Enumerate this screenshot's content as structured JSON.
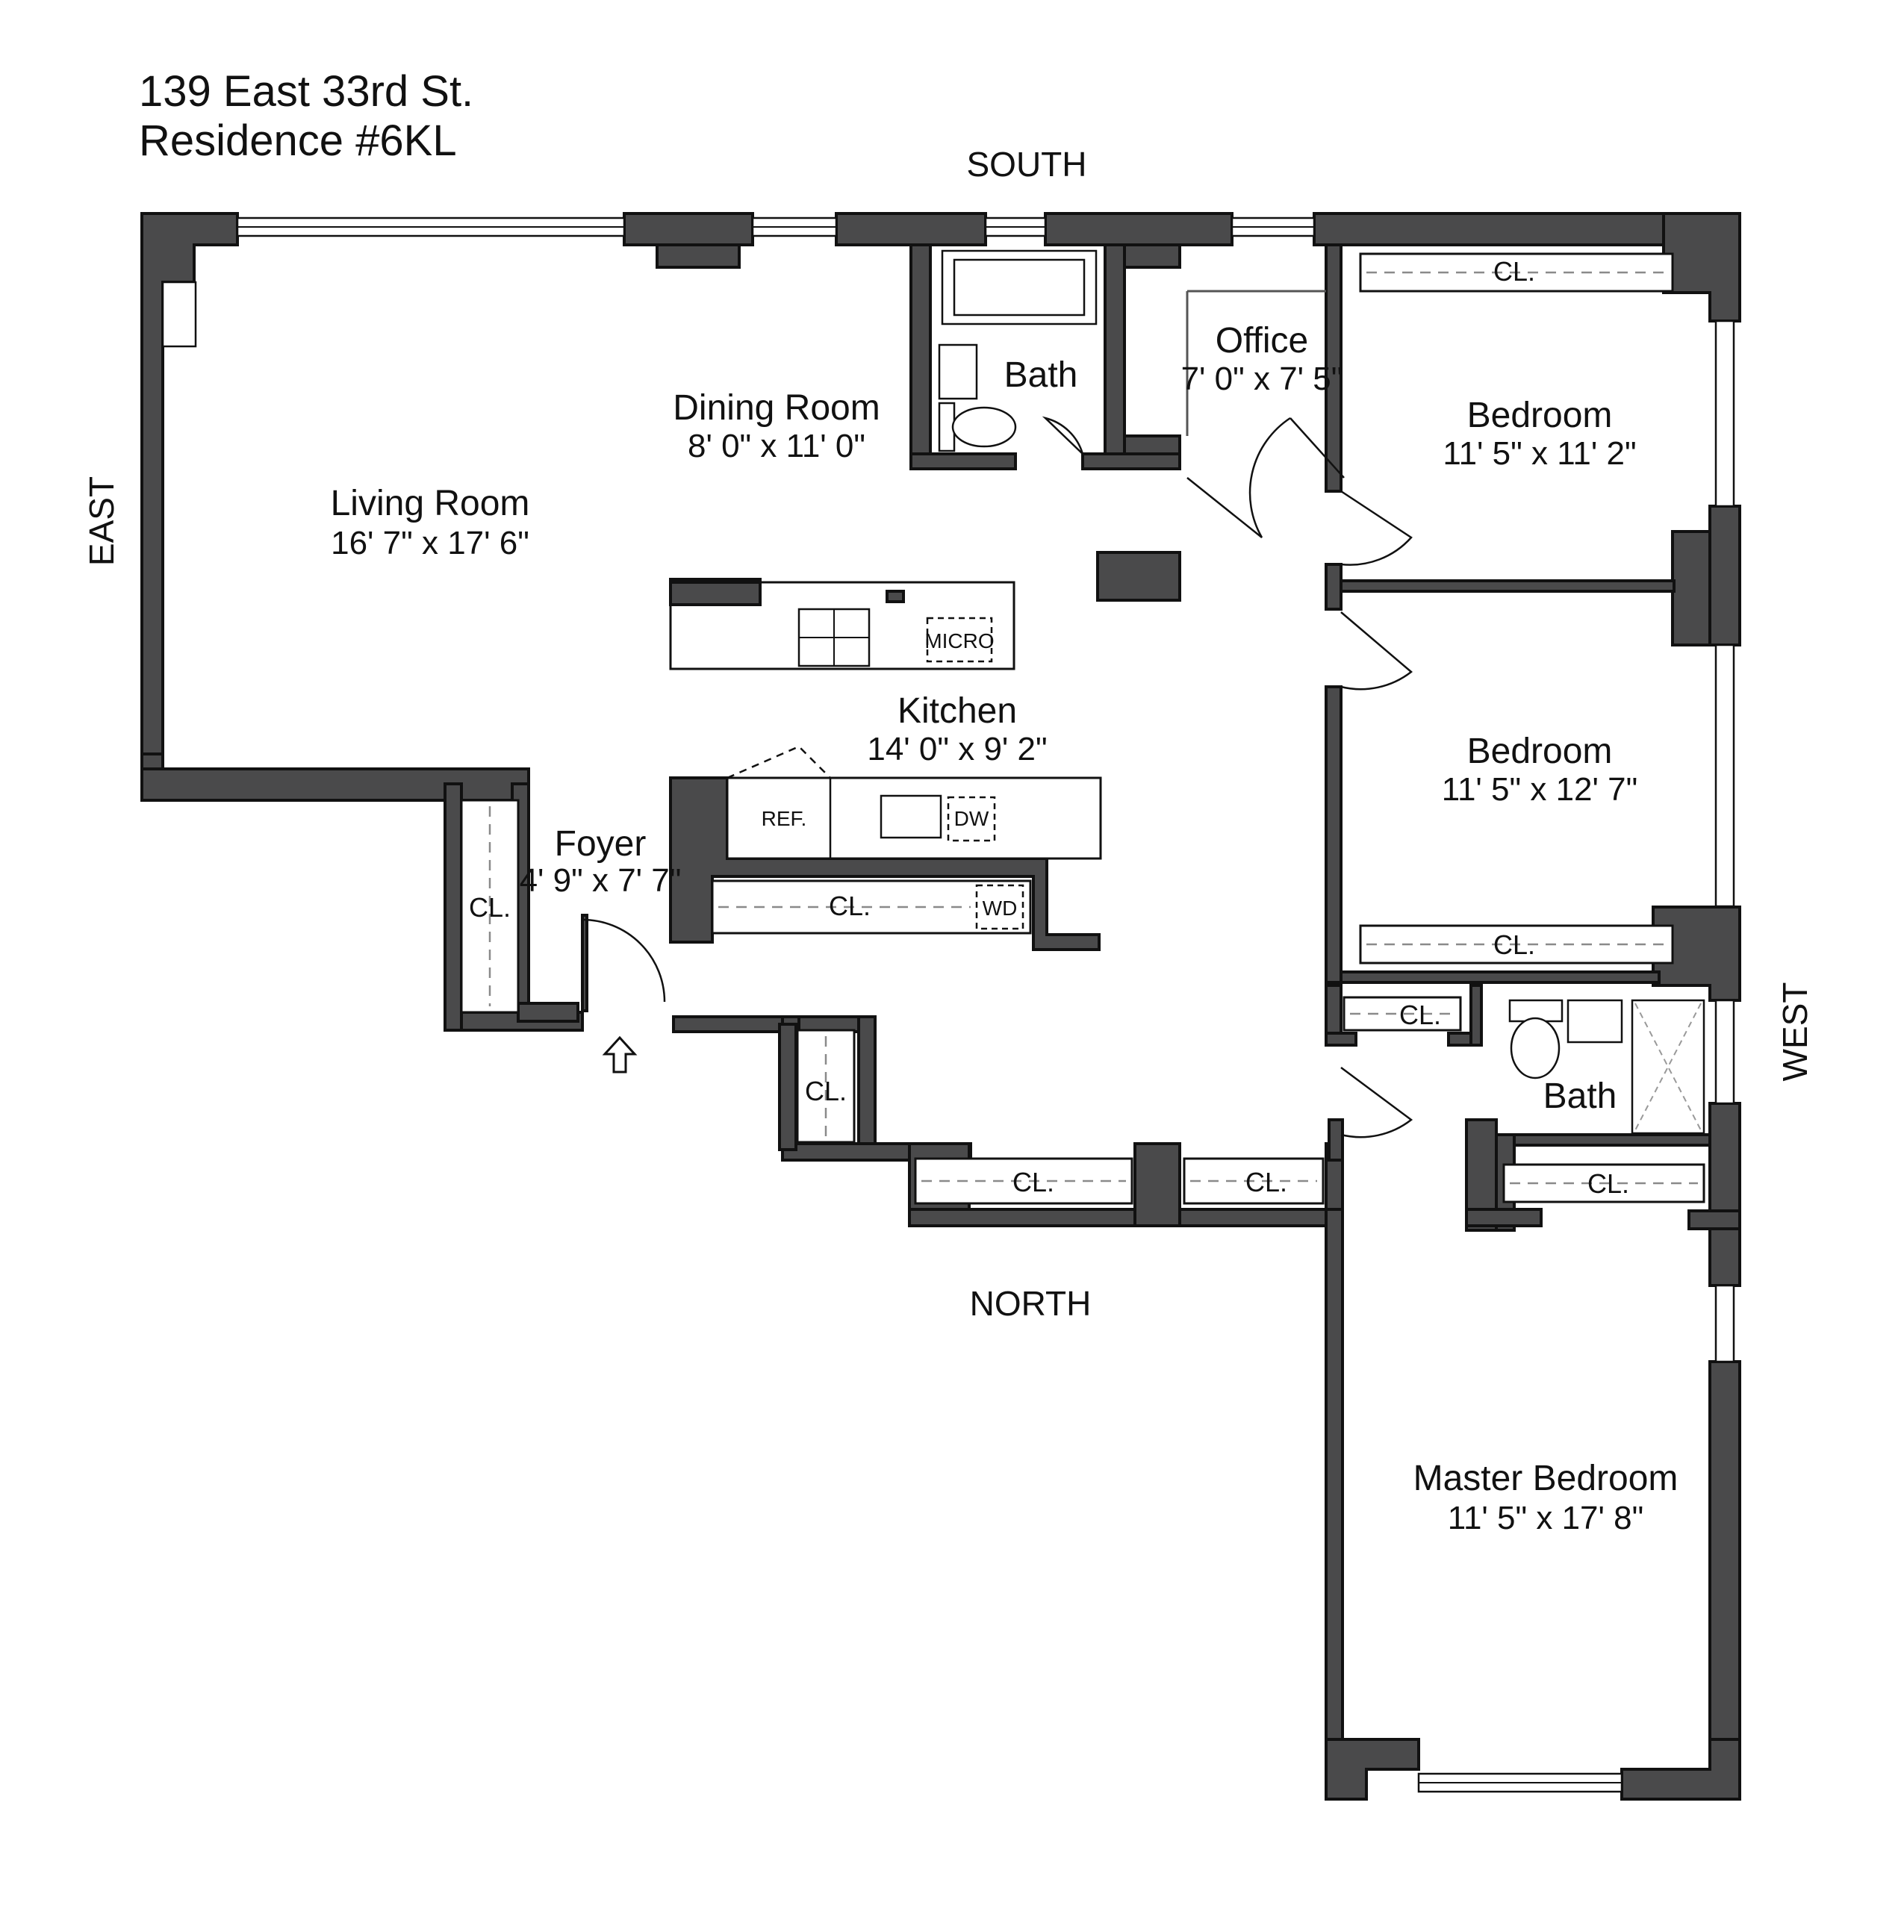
{
  "header": {
    "address": "139 East 33rd St.",
    "residence": "Residence #6KL"
  },
  "compass": {
    "south": "SOUTH",
    "north": "NORTH",
    "east": "EAST",
    "west": "WEST"
  },
  "rooms": {
    "living_room": {
      "name": "Living Room",
      "size": "16' 7\" x 17' 6\""
    },
    "dining_room": {
      "name": "Dining Room",
      "size": "8' 0\" x 11' 0\""
    },
    "bath_south": {
      "name": "Bath"
    },
    "office": {
      "name": "Office",
      "size": "7' 0\" x 7' 5\""
    },
    "bedroom_1": {
      "name": "Bedroom",
      "size": "11' 5\" x 11' 2\""
    },
    "bedroom_2": {
      "name": "Bedroom",
      "size": "11' 5\" x 12' 7\""
    },
    "kitchen": {
      "name": "Kitchen",
      "size": "14' 0\" x 9' 2\""
    },
    "foyer": {
      "name": "Foyer",
      "size": "4' 9\" x 7' 7\""
    },
    "bath_west": {
      "name": "Bath"
    },
    "master_bedroom": {
      "name": "Master Bedroom",
      "size": "11' 5\" x 17' 8\""
    }
  },
  "closet_label": "CL.",
  "appliances": {
    "micro": "MICRO",
    "ref": "REF.",
    "dw": "DW",
    "wd": "WD"
  },
  "colors": {
    "wall": "#4a4a4b",
    "line": "#111111",
    "dashed": "#8a8a8a"
  }
}
